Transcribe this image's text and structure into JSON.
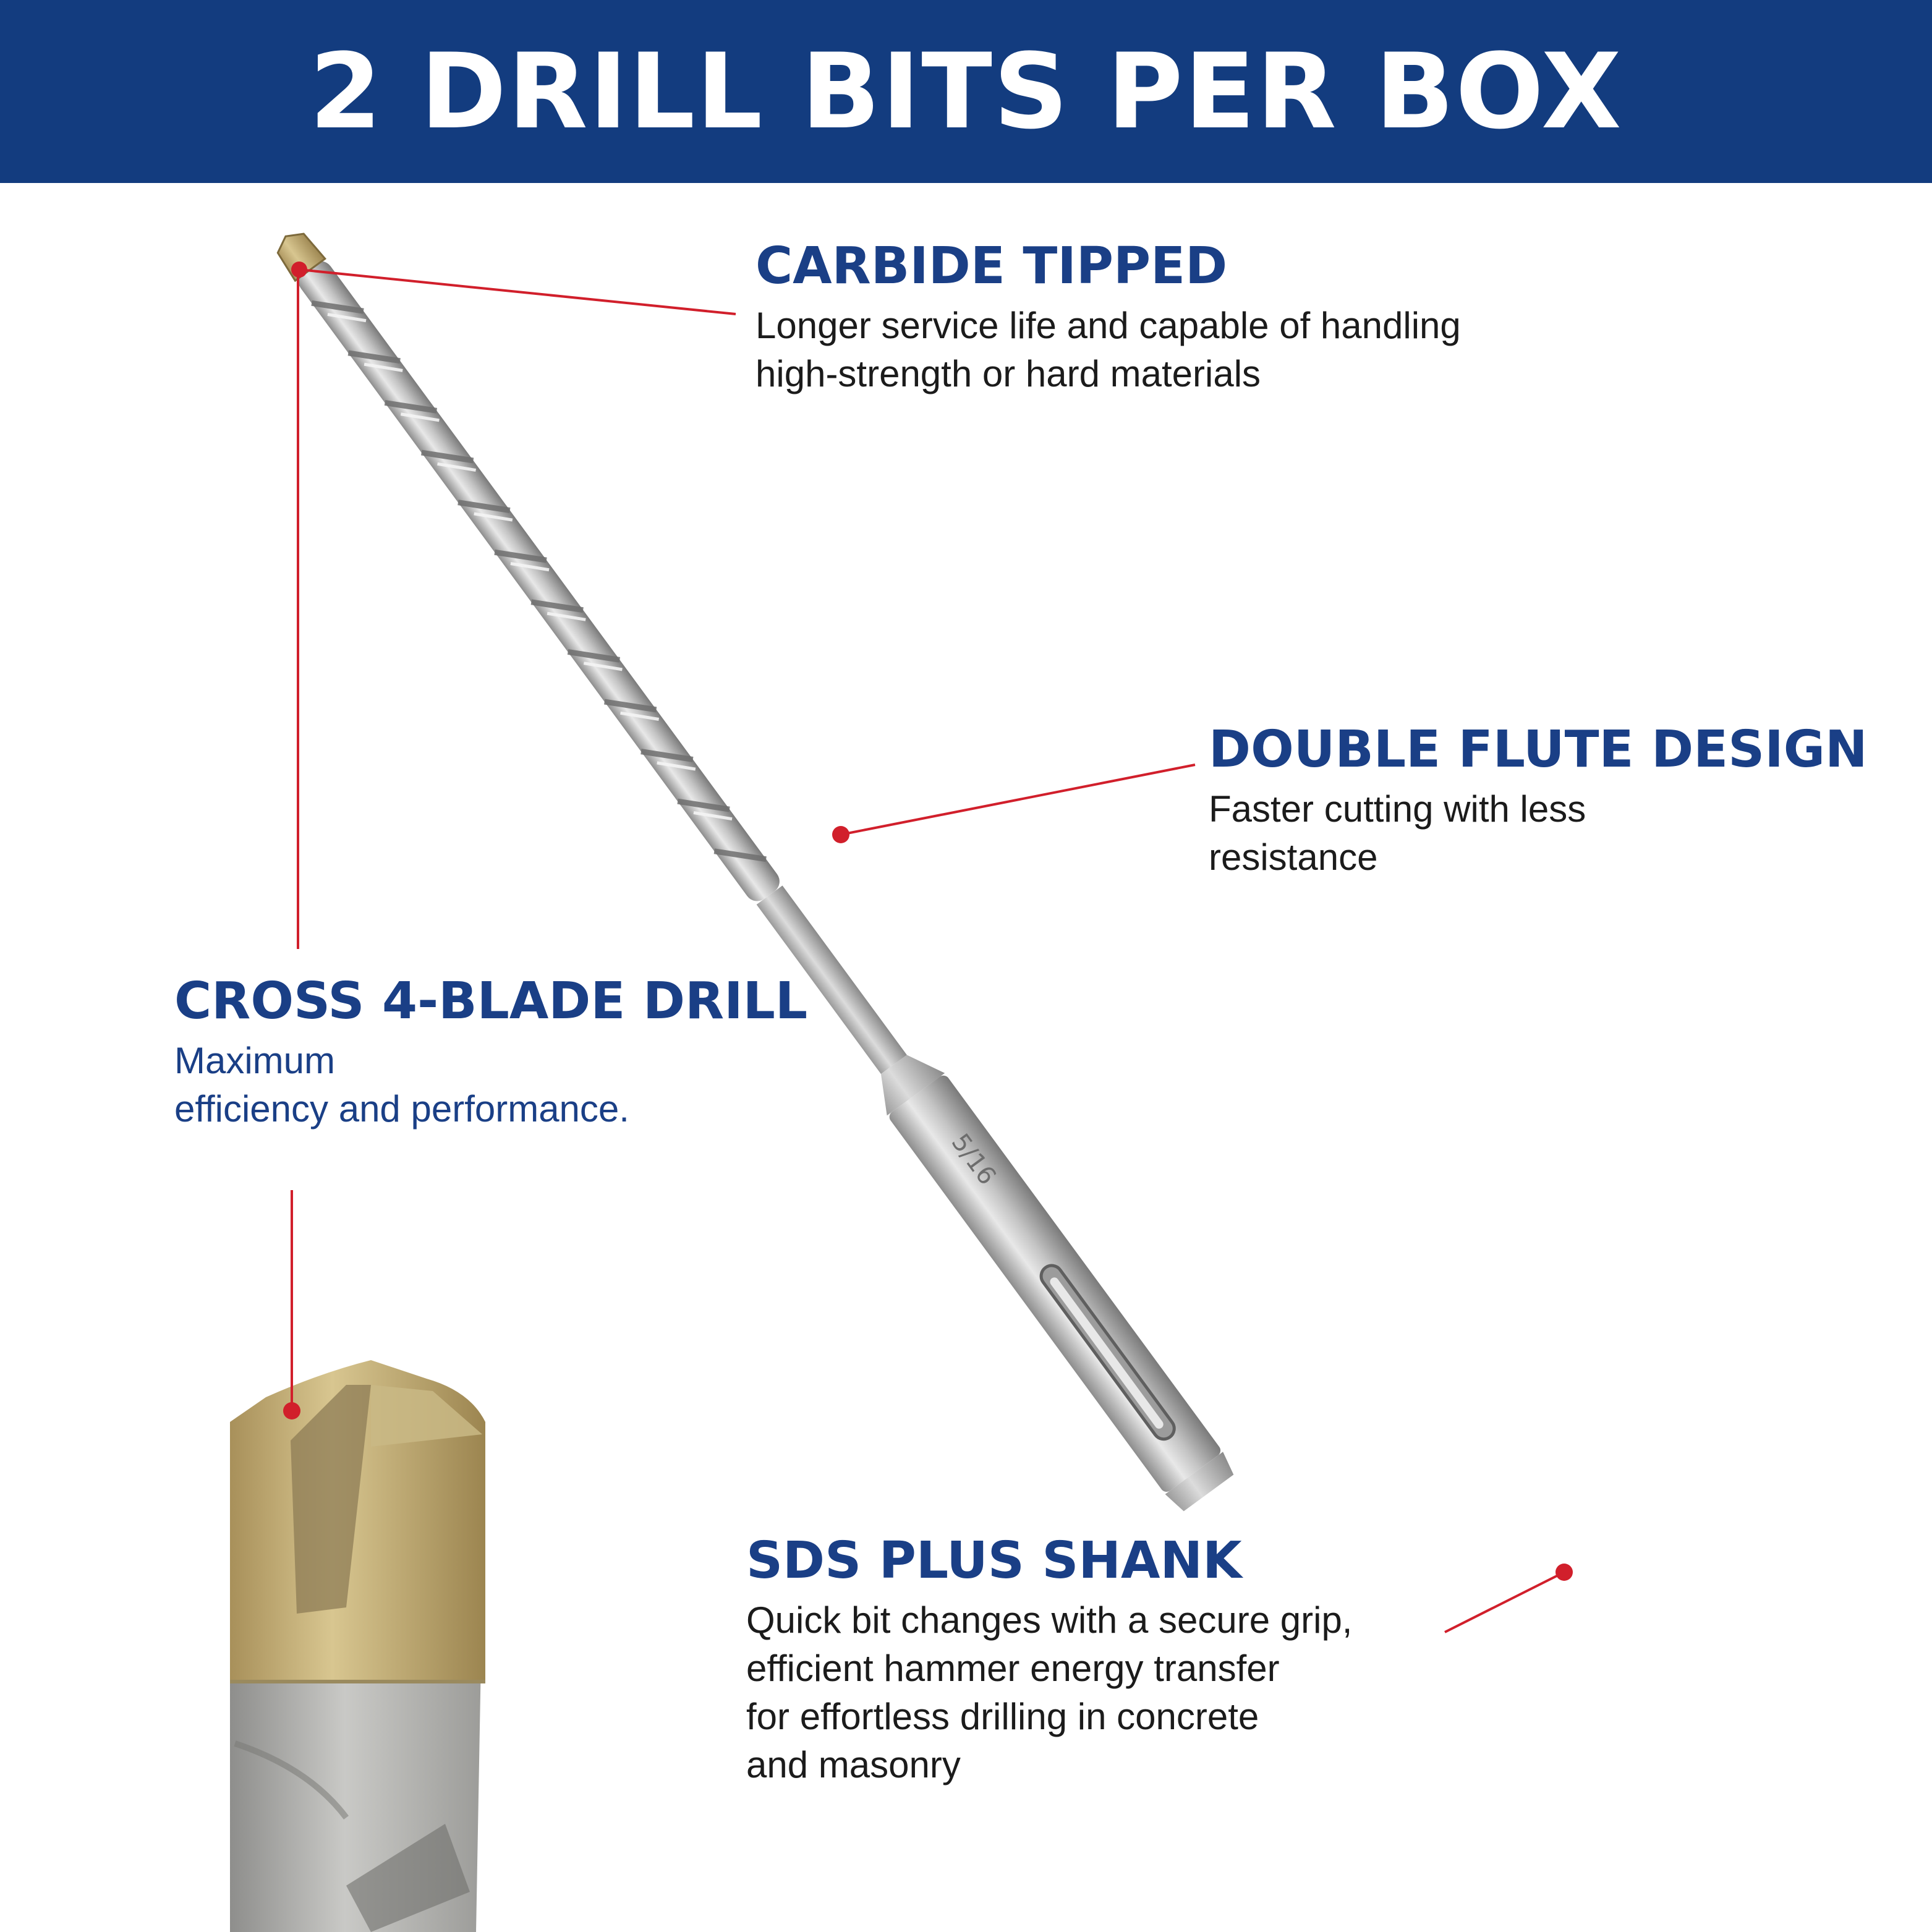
{
  "banner": {
    "title": "2 DRILL BITS PER BOX",
    "background_color": "#133c7f",
    "text_color": "#ffffff"
  },
  "colors": {
    "heading": "#1a3f86",
    "body_text": "#1b1b1b",
    "callout_line": "#d11f2b"
  },
  "features": {
    "carbide": {
      "title": "CARBIDE TIPPED",
      "desc": "Longer service life and capable of handling\nhigh-strength or hard materials"
    },
    "flute": {
      "title": "DOUBLE FLUTE DESIGN",
      "desc": "Faster cutting with less\nresistance"
    },
    "cross": {
      "title": "CROSS 4-BLADE DRILL",
      "desc": "Maximum\nefficiency and performance."
    },
    "sds": {
      "title": "SDS PLUS SHANK",
      "desc": "Quick bit changes with a secure grip,\nefficient hammer energy transfer\nfor effortless drilling in concrete\nand masonry"
    }
  },
  "images": {
    "main_bit": "drill-bit-photo",
    "close_up": "carbide-tip-closeup-photo"
  },
  "shank_marking": "5/16"
}
